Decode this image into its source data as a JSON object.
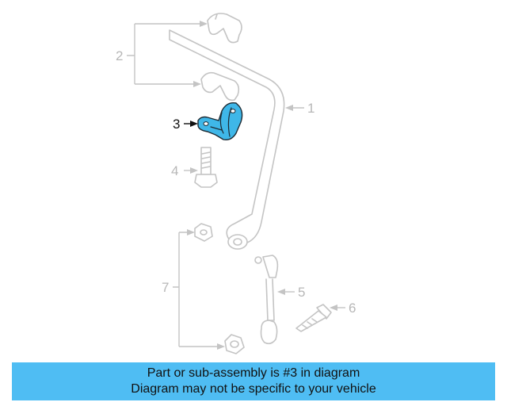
{
  "diagram": {
    "callouts": [
      "1",
      "2",
      "3",
      "4",
      "5",
      "6",
      "7"
    ],
    "highlighted_part": "3",
    "colors": {
      "highlight": "#3fb7e8",
      "ghost": "#c4c4c4",
      "banner": "#4fbdf3"
    }
  },
  "banner": {
    "line1": "Part or sub-assembly is #3 in diagram",
    "line2": "Diagram may not be specific to your vehicle"
  }
}
